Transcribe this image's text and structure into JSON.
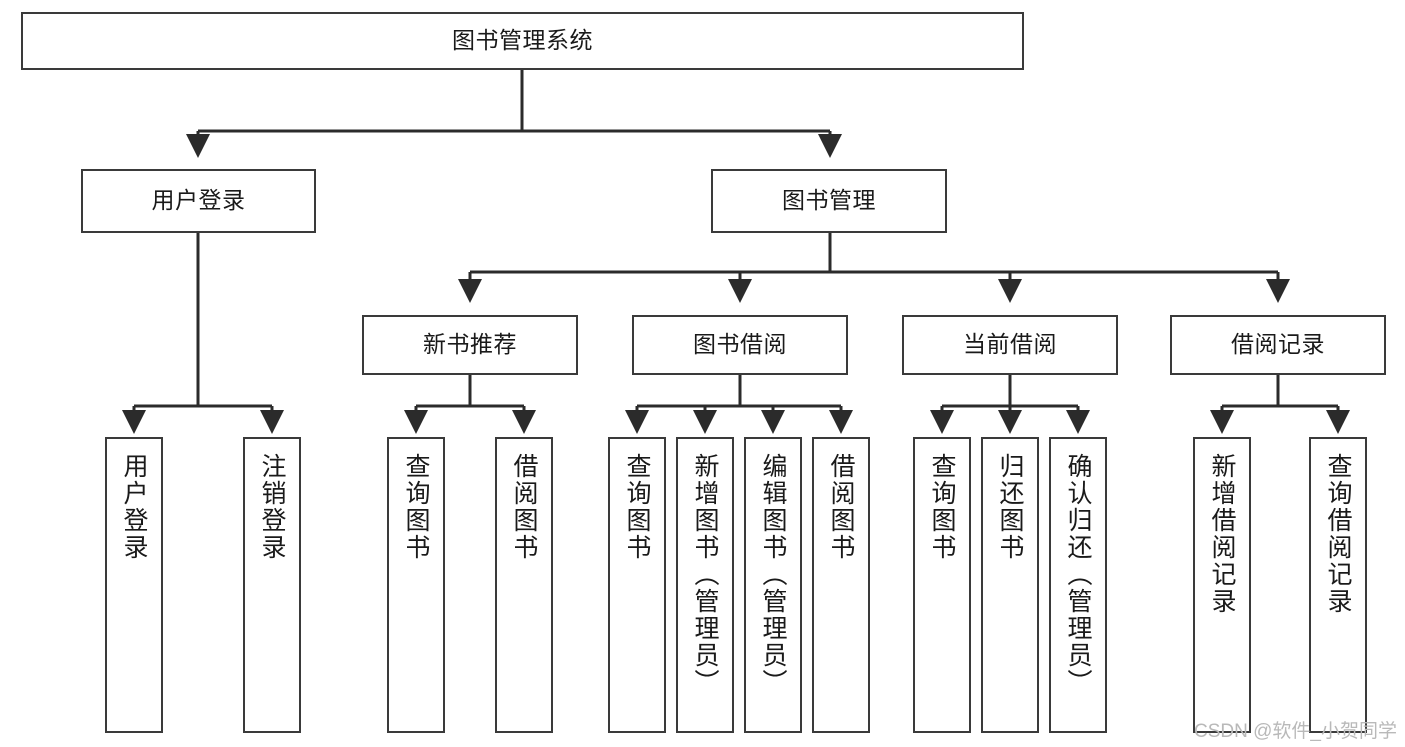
{
  "diagram": {
    "title": "图书管理系统",
    "type": "tree-hierarchy-diagram",
    "colors": {
      "box_border": "#3a3a3a",
      "box_fill": "#ffffff",
      "edge": "#2b2b2b",
      "text": "#1a1a1a",
      "watermark": "#b9b9b9"
    },
    "root": {
      "label": "图书管理系统"
    },
    "level2": [
      {
        "label": "用户登录"
      },
      {
        "label": "图书管理"
      }
    ],
    "level3": [
      {
        "label": "新书推荐"
      },
      {
        "label": "图书借阅"
      },
      {
        "label": "当前借阅"
      },
      {
        "label": "借阅记录"
      }
    ],
    "leaves": {
      "user_login": [
        {
          "label": "用户登录"
        },
        {
          "label": "注销登录"
        }
      ],
      "new_book_recommend": [
        {
          "label": "查询图书"
        },
        {
          "label": "借阅图书"
        }
      ],
      "book_borrow": [
        {
          "label": "查询图书"
        },
        {
          "label": "新增图书（管理员）"
        },
        {
          "label": "编辑图书（管理员）"
        },
        {
          "label": "借阅图书"
        }
      ],
      "current_borrow": [
        {
          "label": "查询图书"
        },
        {
          "label": "归还图书"
        },
        {
          "label": "确认归还（管理员）"
        }
      ],
      "borrow_record": [
        {
          "label": "新增借阅记录"
        },
        {
          "label": "查询借阅记录"
        }
      ]
    }
  },
  "watermark": {
    "text": "CSDN @软件_小贺同学"
  }
}
